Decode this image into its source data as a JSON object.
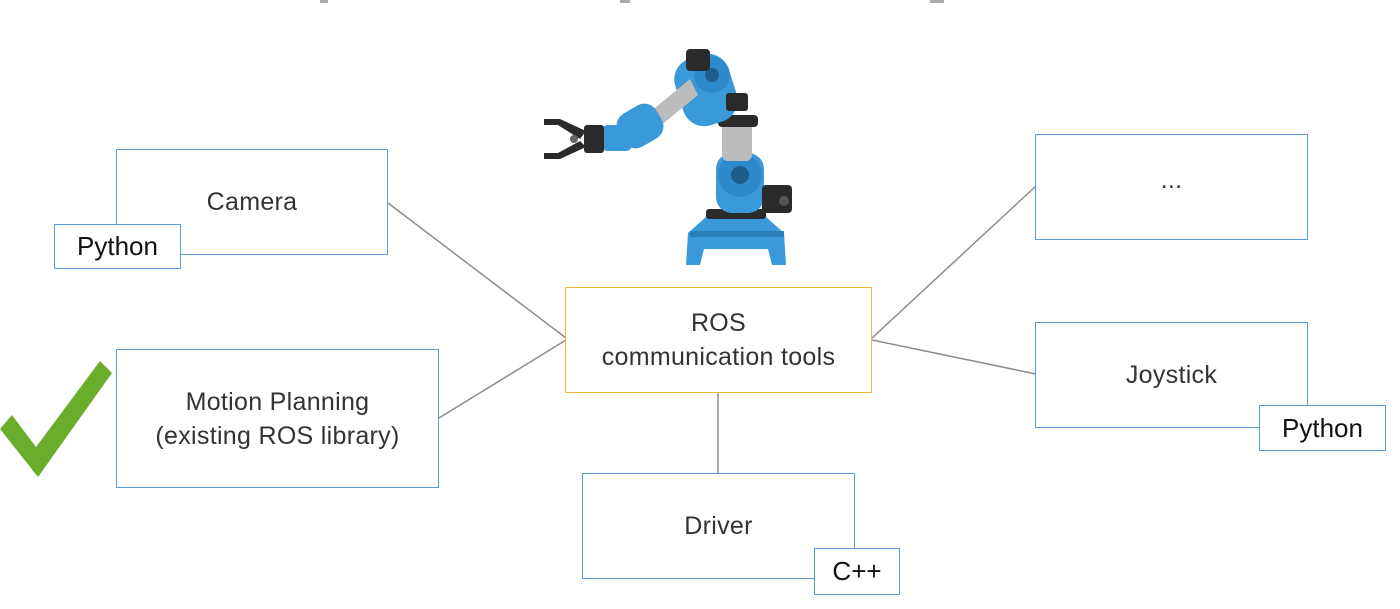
{
  "diagram": {
    "center": {
      "line1": "ROS",
      "line2": "communication tools"
    },
    "nodes": {
      "camera": {
        "label": "Camera",
        "tag": "Python"
      },
      "motion_planning": {
        "line1": "Motion Planning",
        "line2": "(existing ROS library)"
      },
      "driver": {
        "label": "Driver",
        "tag": "C++"
      },
      "ellipsis": {
        "label": "..."
      },
      "joystick": {
        "label": "Joystick",
        "tag": "Python"
      }
    }
  },
  "colors": {
    "node_border": "#5b9bd5",
    "center_border": "#f5b041",
    "connector": "#8c8c8c",
    "check": "#6aac2c",
    "robot_blue": "#3a9ad9",
    "robot_dark": "#2b2b2b"
  },
  "icons": {
    "robot": "robot-arm-icon",
    "check": "checkmark-icon"
  }
}
